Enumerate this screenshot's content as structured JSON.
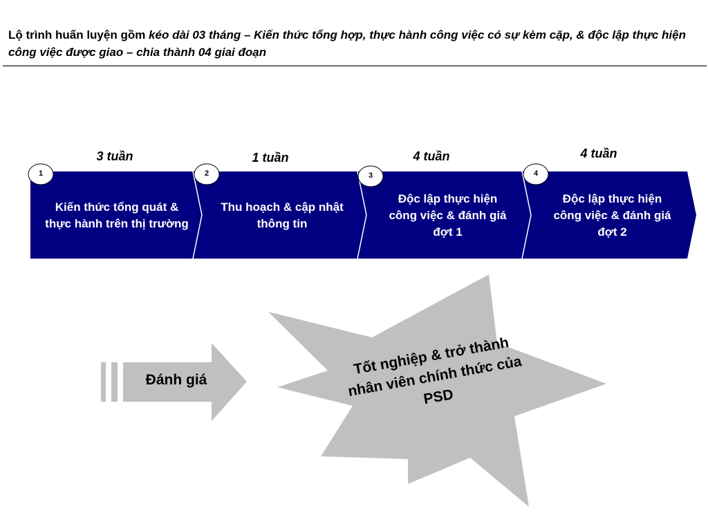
{
  "title": {
    "prefix": "Lộ trình huấn luyện gồm ",
    "emphasis": "kéo dài 03 tháng – Kiến thức tổng hợp, thực hành công việc có sự kèm cặp, & độc lập thực hiện công việc được giao – chia thành 04 giai đoạn"
  },
  "colors": {
    "phase_fill": "#000080",
    "circle_fill": "#ffffff",
    "arrow_fill": "#c0c0c0",
    "burst_fill": "#c0c0c0",
    "rule": "#808080"
  },
  "phases": [
    {
      "number": "1",
      "duration": "3 tuần",
      "label": "Kiến thức tổng quát & thực hành trên thị trường"
    },
    {
      "number": "2",
      "duration": "1 tuần",
      "label": "Thu hoạch & cập nhật thông tin"
    },
    {
      "number": "3",
      "duration": "4 tuần",
      "label": "Độc lập thực hiện công việc & đánh giá đợt 1"
    },
    {
      "number": "4",
      "duration": "4 tuần",
      "label": "Độc lập thực hiện công việc & đánh giá đợt 2"
    }
  ],
  "assessment": {
    "label": "Đánh giá"
  },
  "outcome": {
    "label": "Tốt nghiệp & trở thành nhân viên chính thức của PSD"
  }
}
